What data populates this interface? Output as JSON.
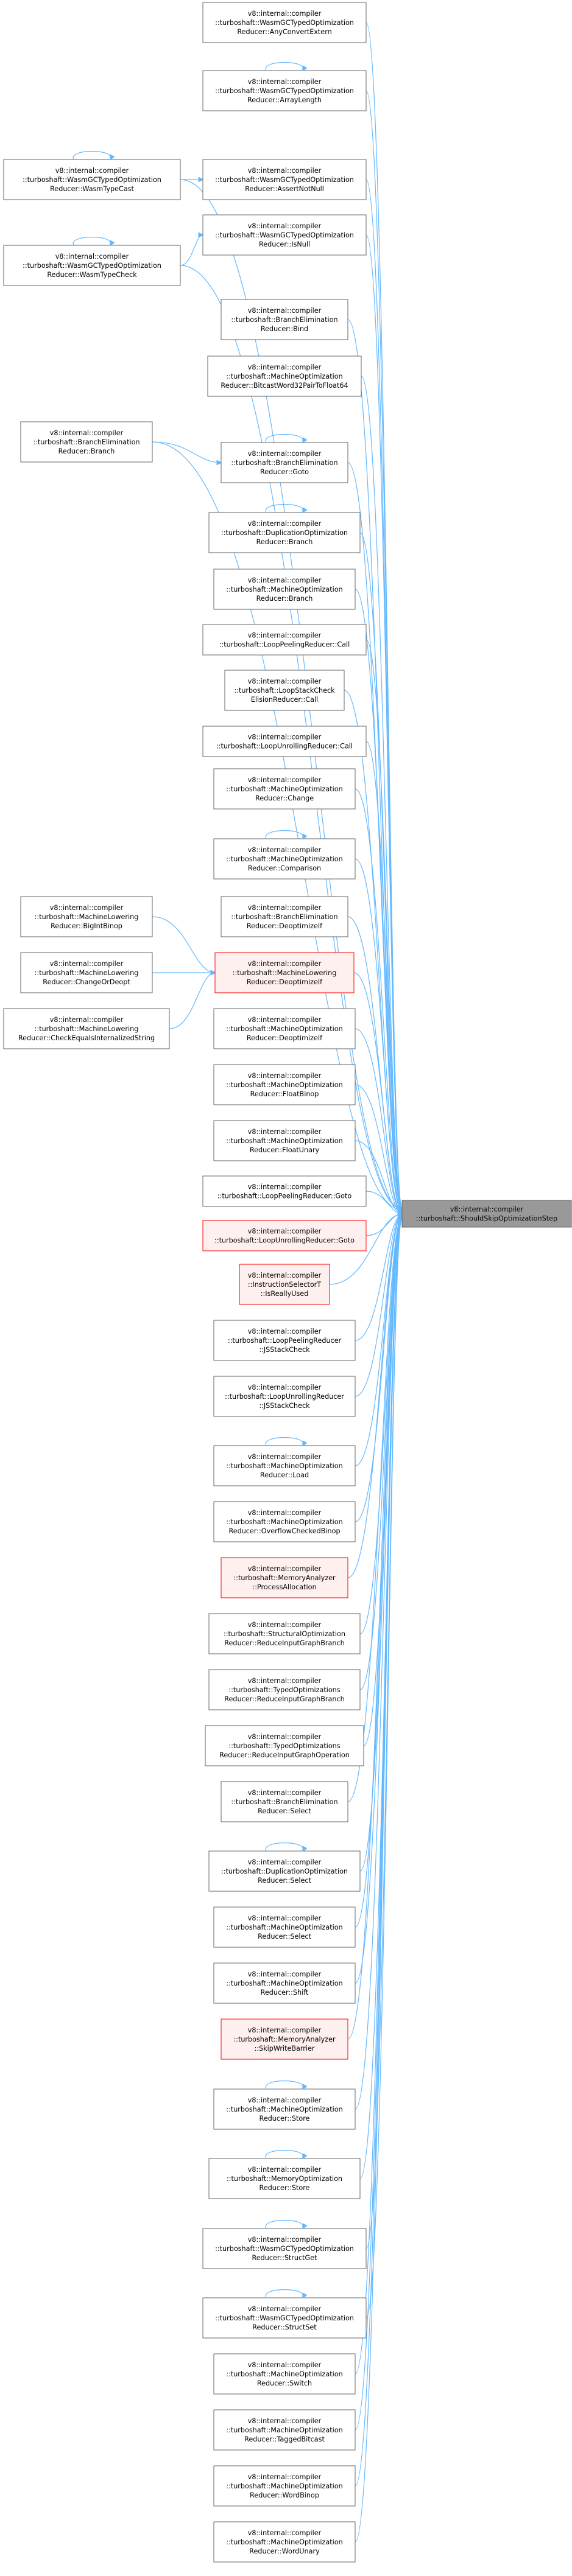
{
  "target": {
    "id": "target",
    "lines": [
      "v8::internal::compiler",
      "::turboshaft::ShouldSkipOptimizationStep"
    ]
  },
  "colors": {
    "edge": "#63b8ff",
    "red_border": "#ff0000",
    "target_fill": "#999999",
    "border": "#666666"
  },
  "nodes": [
    {
      "id": "any_convert_extern",
      "lines": [
        "v8::internal::compiler",
        "::turboshaft::WasmGCTypedOptimization",
        "Reducer::AnyConvertExtern"
      ],
      "style": "normal"
    },
    {
      "id": "array_length",
      "lines": [
        "v8::internal::compiler",
        "::turboshaft::WasmGCTypedOptimization",
        "Reducer::ArrayLength"
      ],
      "style": "normal",
      "self_loop": true
    },
    {
      "id": "wasm_type_cast",
      "lines": [
        "v8::internal::compiler",
        "::turboshaft::WasmGCTypedOptimization",
        "Reducer::WasmTypeCast"
      ],
      "style": "normal",
      "self_loop": true
    },
    {
      "id": "assert_not_null",
      "lines": [
        "v8::internal::compiler",
        "::turboshaft::WasmGCTypedOptimization",
        "Reducer::AssertNotNull"
      ],
      "style": "normal"
    },
    {
      "id": "wasm_type_check",
      "lines": [
        "v8::internal::compiler",
        "::turboshaft::WasmGCTypedOptimization",
        "Reducer::WasmTypeCheck"
      ],
      "style": "normal",
      "self_loop": true
    },
    {
      "id": "is_null",
      "lines": [
        "v8::internal::compiler",
        "::turboshaft::WasmGCTypedOptimization",
        "Reducer::IsNull"
      ],
      "style": "normal"
    },
    {
      "id": "branch_elim_bind",
      "lines": [
        "v8::internal::compiler",
        "::turboshaft::BranchElimination",
        "Reducer::Bind"
      ],
      "style": "normal"
    },
    {
      "id": "bitcast_word32",
      "lines": [
        "v8::internal::compiler",
        "::turboshaft::MachineOptimization",
        "Reducer::BitcastWord32PairToFloat64"
      ],
      "style": "normal"
    },
    {
      "id": "branch_elim_branch",
      "lines": [
        "v8::internal::compiler",
        "::turboshaft::BranchElimination",
        "Reducer::Branch"
      ],
      "style": "normal"
    },
    {
      "id": "branch_elim_goto",
      "lines": [
        "v8::internal::compiler",
        "::turboshaft::BranchElimination",
        "Reducer::Goto"
      ],
      "style": "normal",
      "self_loop": true
    },
    {
      "id": "dup_opt_branch",
      "lines": [
        "v8::internal::compiler",
        "::turboshaft::DuplicationOptimization",
        "Reducer::Branch"
      ],
      "style": "normal",
      "self_loop": true
    },
    {
      "id": "machine_opt_branch",
      "lines": [
        "v8::internal::compiler",
        "::turboshaft::MachineOptimization",
        "Reducer::Branch"
      ],
      "style": "normal"
    },
    {
      "id": "loop_peeling_call",
      "lines": [
        "v8::internal::compiler",
        "::turboshaft::LoopPeelingReducer::Call"
      ],
      "style": "normal"
    },
    {
      "id": "loop_stack_check_call",
      "lines": [
        "v8::internal::compiler",
        "::turboshaft::LoopStackCheck",
        "ElisionReducer::Call"
      ],
      "style": "normal"
    },
    {
      "id": "loop_unrolling_call",
      "lines": [
        "v8::internal::compiler",
        "::turboshaft::LoopUnrollingReducer::Call"
      ],
      "style": "normal"
    },
    {
      "id": "machine_opt_change",
      "lines": [
        "v8::internal::compiler",
        "::turboshaft::MachineOptimization",
        "Reducer::Change"
      ],
      "style": "normal"
    },
    {
      "id": "machine_opt_comparison",
      "lines": [
        "v8::internal::compiler",
        "::turboshaft::MachineOptimization",
        "Reducer::Comparison"
      ],
      "style": "normal",
      "self_loop": true
    },
    {
      "id": "branch_elim_deopt",
      "lines": [
        "v8::internal::compiler",
        "::turboshaft::BranchElimination",
        "Reducer::DeoptimizeIf"
      ],
      "style": "normal"
    },
    {
      "id": "big_int_binop",
      "lines": [
        "v8::internal::compiler",
        "::turboshaft::MachineLowering",
        "Reducer::BigIntBinop"
      ],
      "style": "normal"
    },
    {
      "id": "machine_lowering_deopt",
      "lines": [
        "v8::internal::compiler",
        "::turboshaft::MachineLowering",
        "Reducer::DeoptimizeIf"
      ],
      "style": "red"
    },
    {
      "id": "change_or_deopt",
      "lines": [
        "v8::internal::compiler",
        "::turboshaft::MachineLowering",
        "Reducer::ChangeOrDeopt"
      ],
      "style": "normal"
    },
    {
      "id": "check_equals",
      "lines": [
        "v8::internal::compiler",
        "::turboshaft::MachineLowering",
        "Reducer::CheckEqualsInternalizedString"
      ],
      "style": "normal"
    },
    {
      "id": "machine_opt_deopt",
      "lines": [
        "v8::internal::compiler",
        "::turboshaft::MachineOptimization",
        "Reducer::DeoptimizeIf"
      ],
      "style": "normal"
    },
    {
      "id": "float_binop",
      "lines": [
        "v8::internal::compiler",
        "::turboshaft::MachineOptimization",
        "Reducer::FloatBinop"
      ],
      "style": "normal"
    },
    {
      "id": "float_unary",
      "lines": [
        "v8::internal::compiler",
        "::turboshaft::MachineOptimization",
        "Reducer::FloatUnary"
      ],
      "style": "normal"
    },
    {
      "id": "loop_peeling_goto",
      "lines": [
        "v8::internal::compiler",
        "::turboshaft::LoopPeelingReducer::Goto"
      ],
      "style": "normal"
    },
    {
      "id": "loop_unrolling_goto",
      "lines": [
        "v8::internal::compiler",
        "::turboshaft::LoopUnrollingReducer::Goto"
      ],
      "style": "red"
    },
    {
      "id": "is_really_used",
      "lines": [
        "v8::internal::compiler",
        "::InstructionSelectorT",
        "::IsReallyUsed"
      ],
      "style": "red"
    },
    {
      "id": "loop_peeling_js",
      "lines": [
        "v8::internal::compiler",
        "::turboshaft::LoopPeelingReducer",
        "::JSStackCheck"
      ],
      "style": "normal"
    },
    {
      "id": "loop_unrolling_js",
      "lines": [
        "v8::internal::compiler",
        "::turboshaft::LoopUnrollingReducer",
        "::JSStackCheck"
      ],
      "style": "normal"
    },
    {
      "id": "machine_opt_load",
      "lines": [
        "v8::internal::compiler",
        "::turboshaft::MachineOptimization",
        "Reducer::Load"
      ],
      "style": "normal",
      "self_loop": true
    },
    {
      "id": "overflow_checked",
      "lines": [
        "v8::internal::compiler",
        "::turboshaft::MachineOptimization",
        "Reducer::OverflowCheckedBinop"
      ],
      "style": "normal"
    },
    {
      "id": "process_allocation",
      "lines": [
        "v8::internal::compiler",
        "::turboshaft::MemoryAnalyzer",
        "::ProcessAllocation"
      ],
      "style": "red"
    },
    {
      "id": "structural_reduce",
      "lines": [
        "v8::internal::compiler",
        "::turboshaft::StructuralOptimization",
        "Reducer::ReduceInputGraphBranch"
      ],
      "style": "normal"
    },
    {
      "id": "typed_reduce_branch",
      "lines": [
        "v8::internal::compiler",
        "::turboshaft::TypedOptimizations",
        "Reducer::ReduceInputGraphBranch"
      ],
      "style": "normal"
    },
    {
      "id": "typed_reduce_op",
      "lines": [
        "v8::internal::compiler",
        "::turboshaft::TypedOptimizations",
        "Reducer::ReduceInputGraphOperation"
      ],
      "style": "normal"
    },
    {
      "id": "branch_elim_select",
      "lines": [
        "v8::internal::compiler",
        "::turboshaft::BranchElimination",
        "Reducer::Select"
      ],
      "style": "normal"
    },
    {
      "id": "dup_opt_select",
      "lines": [
        "v8::internal::compiler",
        "::turboshaft::DuplicationOptimization",
        "Reducer::Select"
      ],
      "style": "normal",
      "self_loop": true
    },
    {
      "id": "machine_opt_select",
      "lines": [
        "v8::internal::compiler",
        "::turboshaft::MachineOptimization",
        "Reducer::Select"
      ],
      "style": "normal"
    },
    {
      "id": "machine_opt_shift",
      "lines": [
        "v8::internal::compiler",
        "::turboshaft::MachineOptimization",
        "Reducer::Shift"
      ],
      "style": "normal"
    },
    {
      "id": "skip_write_barrier",
      "lines": [
        "v8::internal::compiler",
        "::turboshaft::MemoryAnalyzer",
        "::SkipWriteBarrier"
      ],
      "style": "red"
    },
    {
      "id": "machine_opt_store",
      "lines": [
        "v8::internal::compiler",
        "::turboshaft::MachineOptimization",
        "Reducer::Store"
      ],
      "style": "normal",
      "self_loop": true
    },
    {
      "id": "memory_opt_store",
      "lines": [
        "v8::internal::compiler",
        "::turboshaft::MemoryOptimization",
        "Reducer::Store"
      ],
      "style": "normal",
      "self_loop": true
    },
    {
      "id": "struct_get",
      "lines": [
        "v8::internal::compiler",
        "::turboshaft::WasmGCTypedOptimization",
        "Reducer::StructGet"
      ],
      "style": "normal",
      "self_loop": true
    },
    {
      "id": "struct_set",
      "lines": [
        "v8::internal::compiler",
        "::turboshaft::WasmGCTypedOptimization",
        "Reducer::StructSet"
      ],
      "style": "normal",
      "self_loop": true
    },
    {
      "id": "machine_opt_switch",
      "lines": [
        "v8::internal::compiler",
        "::turboshaft::MachineOptimization",
        "Reducer::Switch"
      ],
      "style": "normal"
    },
    {
      "id": "tagged_bitcast",
      "lines": [
        "v8::internal::compiler",
        "::turboshaft::MachineOptimization",
        "Reducer::TaggedBitcast"
      ],
      "style": "normal"
    },
    {
      "id": "word_binop",
      "lines": [
        "v8::internal::compiler",
        "::turboshaft::MachineOptimization",
        "Reducer::WordBinop"
      ],
      "style": "normal"
    },
    {
      "id": "word_unary",
      "lines": [
        "v8::internal::compiler",
        "::turboshaft::MachineOptimization",
        "Reducer::WordUnary"
      ],
      "style": "normal"
    }
  ],
  "edges": [
    [
      "any_convert_extern",
      "target"
    ],
    [
      "array_length",
      "target"
    ],
    [
      "wasm_type_cast",
      "target"
    ],
    [
      "wasm_type_cast",
      "assert_not_null"
    ],
    [
      "assert_not_null",
      "target"
    ],
    [
      "wasm_type_check",
      "target"
    ],
    [
      "wasm_type_check",
      "is_null"
    ],
    [
      "is_null",
      "target"
    ],
    [
      "branch_elim_bind",
      "target"
    ],
    [
      "bitcast_word32",
      "target"
    ],
    [
      "branch_elim_branch",
      "target"
    ],
    [
      "branch_elim_branch",
      "branch_elim_goto"
    ],
    [
      "branch_elim_goto",
      "target"
    ],
    [
      "dup_opt_branch",
      "target"
    ],
    [
      "machine_opt_branch",
      "target"
    ],
    [
      "loop_peeling_call",
      "target"
    ],
    [
      "loop_stack_check_call",
      "target"
    ],
    [
      "loop_unrolling_call",
      "target"
    ],
    [
      "machine_opt_change",
      "target"
    ],
    [
      "machine_opt_comparison",
      "target"
    ],
    [
      "branch_elim_deopt",
      "target"
    ],
    [
      "big_int_binop",
      "machine_lowering_deopt"
    ],
    [
      "change_or_deopt",
      "machine_lowering_deopt"
    ],
    [
      "check_equals",
      "machine_lowering_deopt"
    ],
    [
      "machine_lowering_deopt",
      "target"
    ],
    [
      "machine_opt_deopt",
      "target"
    ],
    [
      "float_binop",
      "target"
    ],
    [
      "float_unary",
      "target"
    ],
    [
      "loop_peeling_goto",
      "target"
    ],
    [
      "loop_unrolling_goto",
      "target"
    ],
    [
      "is_really_used",
      "target"
    ],
    [
      "loop_peeling_js",
      "target"
    ],
    [
      "loop_unrolling_js",
      "target"
    ],
    [
      "machine_opt_load",
      "target"
    ],
    [
      "overflow_checked",
      "target"
    ],
    [
      "process_allocation",
      "target"
    ],
    [
      "structural_reduce",
      "target"
    ],
    [
      "typed_reduce_branch",
      "target"
    ],
    [
      "typed_reduce_op",
      "target"
    ],
    [
      "branch_elim_select",
      "target"
    ],
    [
      "dup_opt_select",
      "target"
    ],
    [
      "machine_opt_select",
      "target"
    ],
    [
      "machine_opt_shift",
      "target"
    ],
    [
      "skip_write_barrier",
      "target"
    ],
    [
      "machine_opt_store",
      "target"
    ],
    [
      "memory_opt_store",
      "target"
    ],
    [
      "struct_get",
      "target"
    ],
    [
      "struct_set",
      "target"
    ],
    [
      "machine_opt_switch",
      "target"
    ],
    [
      "tagged_bitcast",
      "target"
    ],
    [
      "word_binop",
      "target"
    ],
    [
      "word_unary",
      "target"
    ]
  ]
}
